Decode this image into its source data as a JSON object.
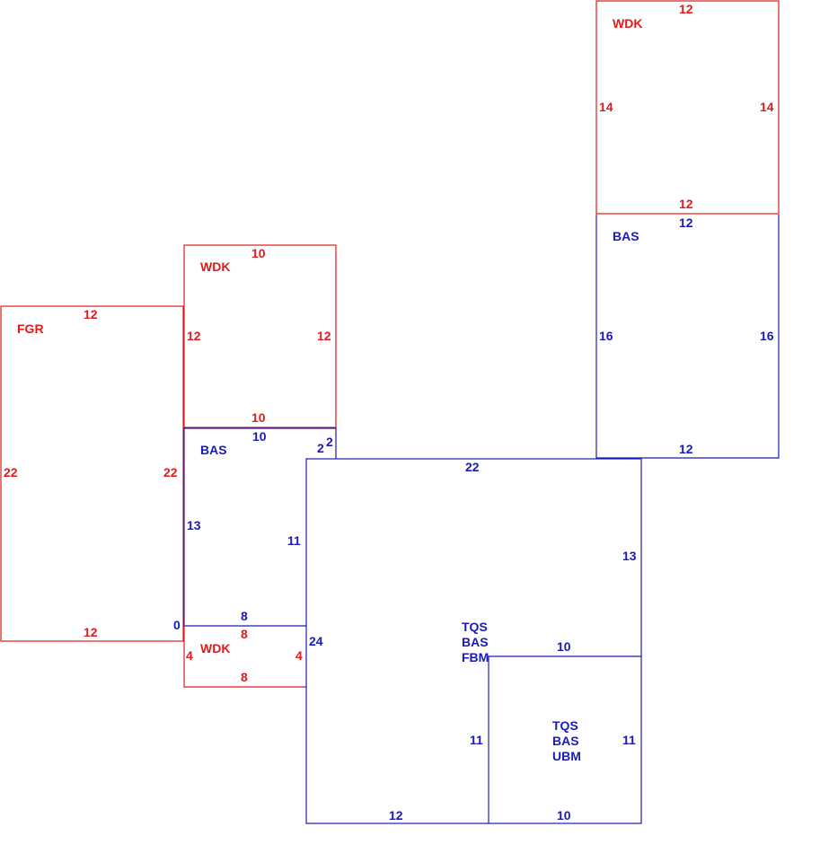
{
  "colors": {
    "red": "#e01b1b",
    "blue": "#1a1ab8"
  },
  "areas": [
    {
      "id": "fgr",
      "code": "FGR",
      "color": "red",
      "dims": {
        "top": "12",
        "bottom": "12",
        "left": "22",
        "right": "22"
      }
    },
    {
      "id": "wdk-left-upper",
      "code": "WDK",
      "color": "red",
      "dims": {
        "top": "10",
        "bottom": "10",
        "left": "12",
        "right": "12"
      }
    },
    {
      "id": "bas-left",
      "code": "BAS",
      "color": "blue",
      "dims": {
        "top": "10",
        "left": "13",
        "right": "11",
        "bottom": "8",
        "corner_a": "2",
        "corner_b": "2",
        "corner_c": "0"
      }
    },
    {
      "id": "wdk-left-lower",
      "code": "WDK",
      "color": "red",
      "dims": {
        "top": "8",
        "bottom": "8",
        "left": "4",
        "right": "4"
      }
    },
    {
      "id": "wdk-right",
      "code": "WDK",
      "color": "red",
      "dims": {
        "top": "12",
        "bottom": "12",
        "left": "14",
        "right": "14"
      }
    },
    {
      "id": "bas-right",
      "code": "BAS",
      "color": "blue",
      "dims": {
        "top": "12",
        "bottom": "12",
        "left": "16",
        "right": "16"
      }
    },
    {
      "id": "main-fbm",
      "code": [
        "TQS",
        "BAS",
        "FBM"
      ],
      "color": "blue",
      "dims": {
        "top": "22",
        "right": "13",
        "left": "24",
        "bottom": "12",
        "inner_left": "11"
      }
    },
    {
      "id": "ubm",
      "code": [
        "TQS",
        "BAS",
        "UBM"
      ],
      "color": "blue",
      "dims": {
        "top": "10",
        "bottom": "10",
        "right": "11"
      }
    }
  ]
}
